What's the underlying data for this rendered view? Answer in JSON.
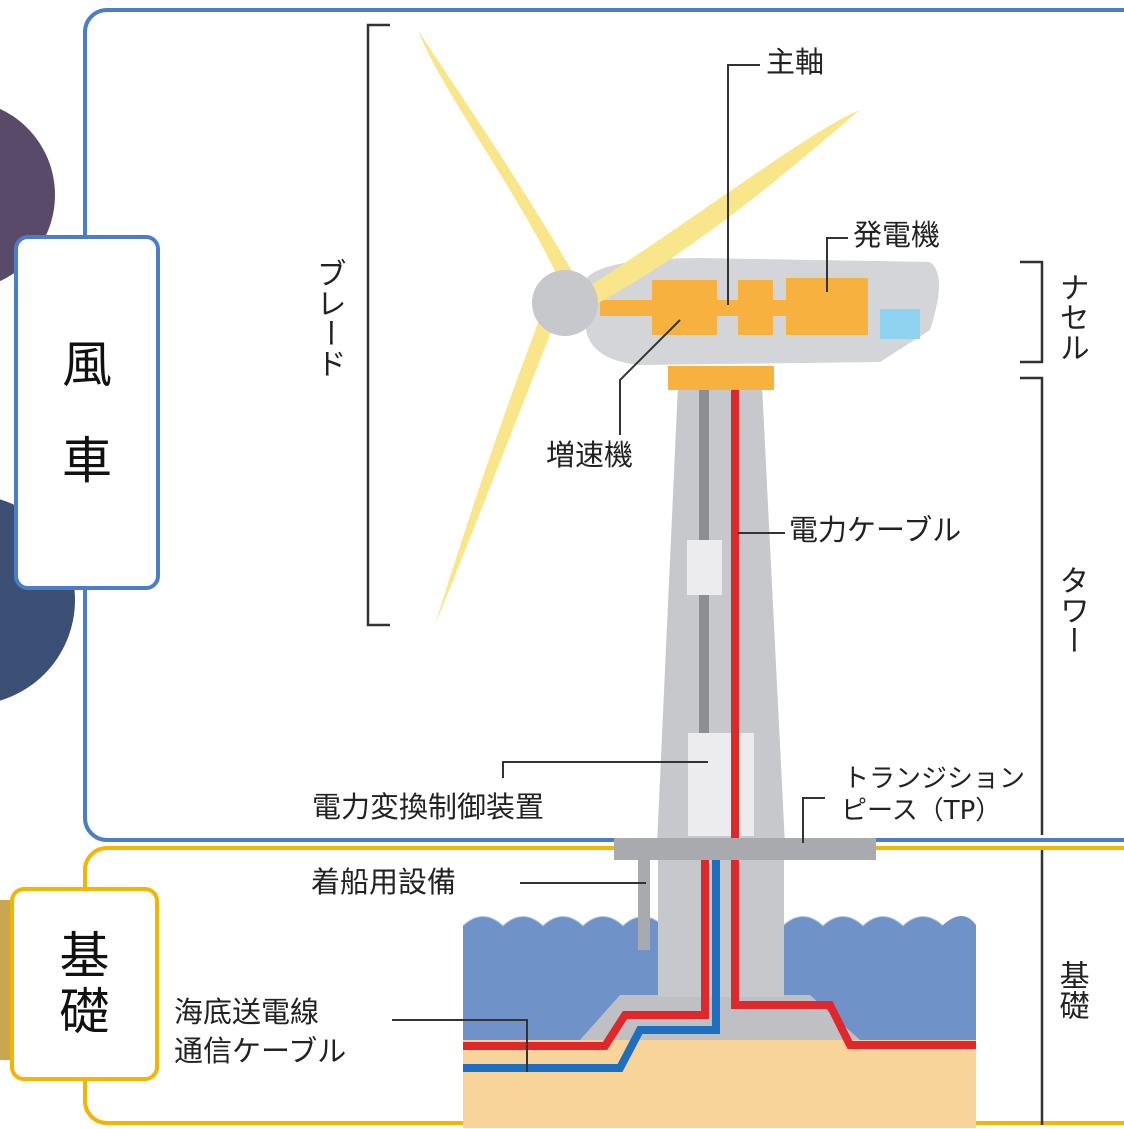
{
  "section_boxes": {
    "windmill": [
      "風",
      "車"
    ],
    "foundation": [
      "基",
      "礎"
    ]
  },
  "labels": {
    "main_shaft": "主軸",
    "generator": "発電機",
    "gearbox": "増速機",
    "power_cable": "電力ケーブル",
    "power_converter": "電力変換制御装置",
    "transition_piece_line1": "トランジション",
    "transition_piece_line2": "ピース（TP）",
    "boat_landing": "着船用設備",
    "subsea_cable_line1": "海底送電線",
    "subsea_cable_line2": "通信ケーブル"
  },
  "vertical_labels": {
    "blade": "ブレード",
    "nacelle": "ナセル",
    "tower": "タワー",
    "foundation": "基礎"
  },
  "colors": {
    "windmill_frame": "#4a7ec8",
    "foundation_frame": "#f4b400",
    "blade": "#f9e68a",
    "nacelle_parts": "#f6b13e",
    "tower": "#c7c8cb",
    "power_cable": "#e0282c",
    "comm_cable": "#1f6fc0",
    "sea": "#6f93c9",
    "seabed": "#f8d39a",
    "rear_window": "#8fd3f0"
  }
}
